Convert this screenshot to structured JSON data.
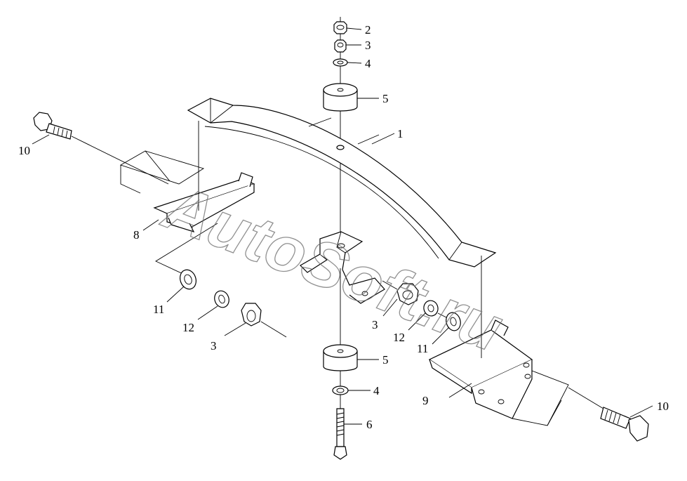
{
  "watermark": "AutoSoft.ru",
  "callouts": {
    "c1": "1",
    "c2": "2",
    "c3_top": "3",
    "c4_top": "4",
    "c5_top": "5",
    "c10_left": "10",
    "c8": "8",
    "c11_left": "11",
    "c12_left": "12",
    "c3_left": "3",
    "c3_right": "3",
    "c12_right": "12",
    "c11_right": "11",
    "c5_bottom": "5",
    "c4_bottom": "4",
    "c9": "9",
    "c6": "6",
    "c10_right": "10"
  },
  "colors": {
    "line": "#000000",
    "watermark": "#6c6c6c",
    "background": "#ffffff"
  }
}
